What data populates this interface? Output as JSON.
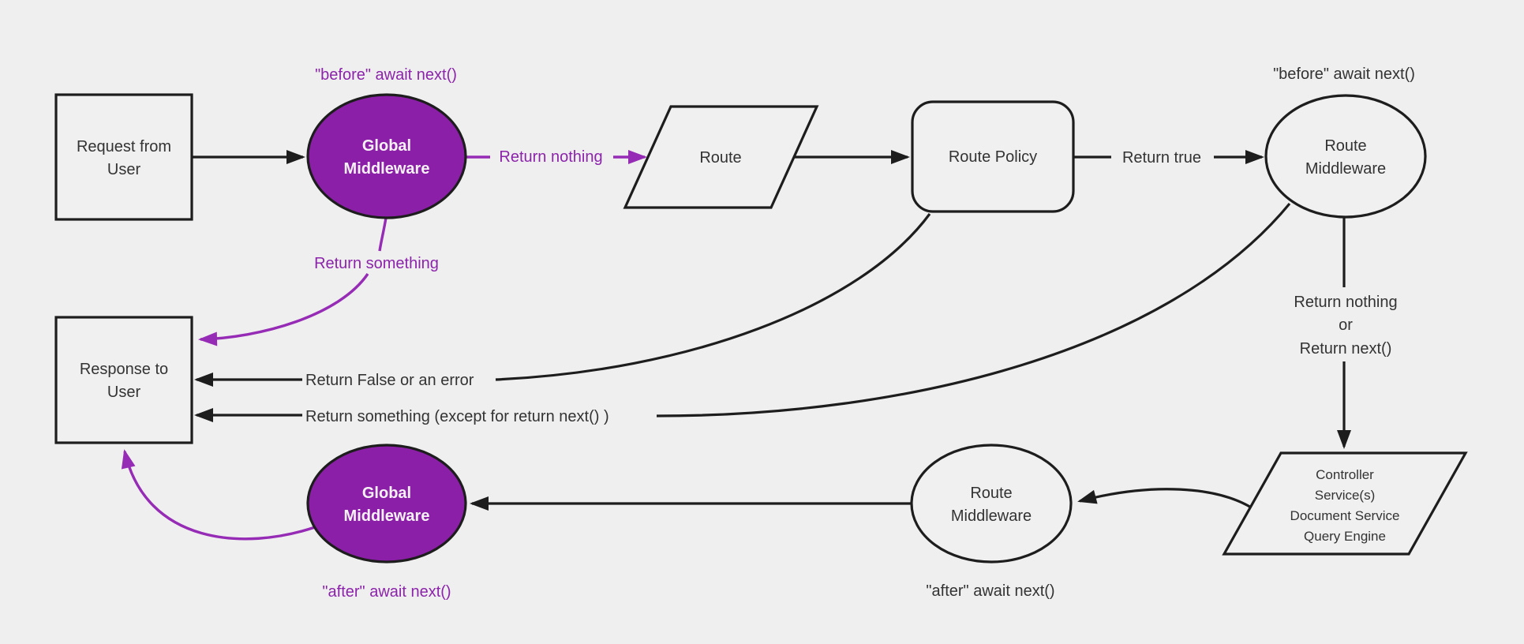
{
  "colors": {
    "background": "#efefef",
    "node_fill": "#f0f0f0",
    "stroke": "#1d1d1d",
    "node_text": "#333333",
    "purple_fill": "#8b1fa8",
    "purple_accent": "#962bb5",
    "purple_text": "#8c24ab",
    "white_text": "#f7f2f7"
  },
  "nodes": {
    "request": {
      "label_lines": [
        "Request from",
        "User"
      ]
    },
    "global_middleware_top": {
      "label_lines": [
        "Global",
        "Middleware"
      ]
    },
    "route": {
      "label": "Route"
    },
    "route_policy": {
      "label": "Route Policy"
    },
    "route_middleware_top": {
      "label_lines": [
        "Route",
        "Middleware"
      ]
    },
    "controller": {
      "label_lines": [
        "Controller",
        "Service(s)",
        "Document Service",
        "Query Engine"
      ]
    },
    "route_middleware_bottom": {
      "label_lines": [
        "Route",
        "Middleware"
      ]
    },
    "global_middleware_bottom": {
      "label_lines": [
        "Global",
        "Middleware"
      ]
    },
    "response": {
      "label_lines": [
        "Response to",
        "User"
      ]
    }
  },
  "edge_labels": {
    "before_await_next_global": "\"before\" await next()",
    "before_await_next_route": "\"before\" await next()",
    "return_nothing": "Return nothing",
    "return_true": "Return true",
    "return_nothing_or_lines": [
      "Return nothing",
      "or",
      "Return next()"
    ],
    "return_something": "Return something",
    "return_false_or_error": "Return False or an error",
    "return_something_except": "Return something (except for return next() )",
    "after_await_next_route": "\"after\" await next()",
    "after_await_next_global": "\"after\" await next()"
  }
}
